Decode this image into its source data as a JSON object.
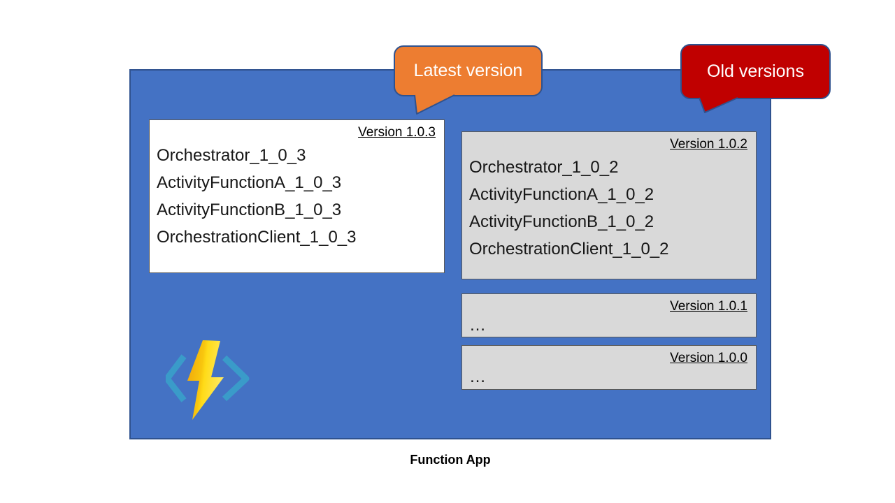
{
  "function_app": {
    "label": "Function App",
    "fill_color": "#4472C4",
    "border_color": "#2F528F"
  },
  "callouts": {
    "latest": {
      "label": "Latest version",
      "color": "#ED7D31"
    },
    "old": {
      "label": "Old versions",
      "color": "#C00000"
    }
  },
  "version_boxes": [
    {
      "version_label": "Version 1.0.3",
      "highlight": "latest",
      "fill_color": "#FFFFFF",
      "functions": [
        "Orchestrator_1_0_3",
        "ActivityFunctionA_1_0_3",
        "ActivityFunctionB_1_0_3",
        "OrchestrationClient_1_0_3"
      ]
    },
    {
      "version_label": "Version 1.0.2",
      "highlight": "old",
      "fill_color": "#D9D9D9",
      "functions": [
        "Orchestrator_1_0_2",
        "ActivityFunctionA_1_0_2",
        "ActivityFunctionB_1_0_2",
        "OrchestrationClient_1_0_2"
      ]
    },
    {
      "version_label": "Version 1.0.1",
      "highlight": "old",
      "fill_color": "#D9D9D9",
      "functions": [
        "…"
      ]
    },
    {
      "version_label": "Version 1.0.0",
      "highlight": "old",
      "fill_color": "#D9D9D9",
      "functions": [
        "…"
      ]
    }
  ],
  "icons": {
    "azure_functions": "azure-functions-lightning-icon",
    "bolt_colors": [
      "#F0A30A",
      "#FFE11B"
    ],
    "bracket_color": "#3A9BC9"
  }
}
